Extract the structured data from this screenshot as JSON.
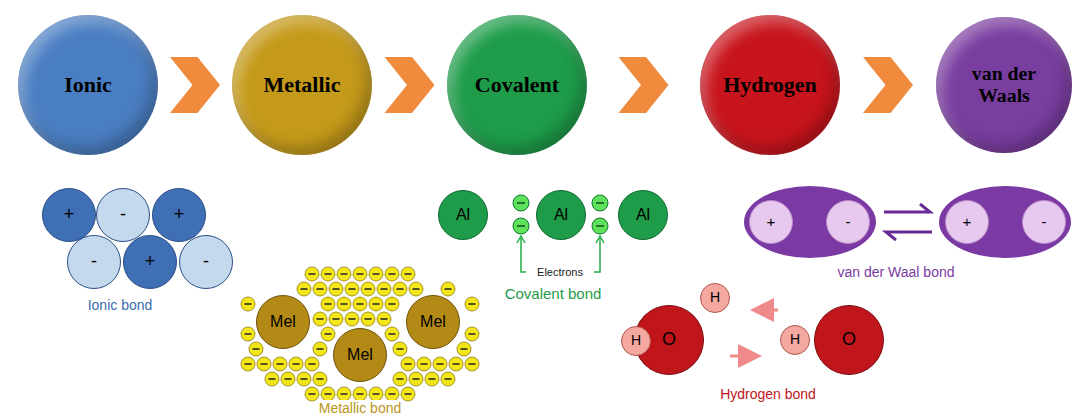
{
  "diagram": {
    "nodes": [
      {
        "text": [
          "Ionic"
        ]
      },
      {
        "text": [
          "Metallic"
        ]
      },
      {
        "text": [
          "Covalent"
        ]
      },
      {
        "text": [
          "Hydrogen"
        ]
      },
      {
        "text": [
          "van der Waals"
        ]
      },
      {
        "text": [
          "+"
        ]
      },
      {
        "text": [
          "-"
        ]
      },
      {
        "text": [
          "+"
        ]
      },
      {
        "text": [
          "-"
        ]
      },
      {
        "text": [
          "+"
        ]
      },
      {
        "text": [
          "-"
        ]
      },
      {
        "text": [
          "Mel"
        ]
      },
      {
        "text": [
          "Mel"
        ]
      },
      {
        "text": [
          "Mel"
        ]
      },
      {
        "text": [
          "Al"
        ]
      },
      {
        "text": [
          "Al"
        ]
      },
      {
        "text": [
          "Al"
        ]
      },
      {
        "text": [
          "+"
        ]
      },
      {
        "text": [
          "-"
        ]
      },
      {
        "text": [
          "+"
        ]
      },
      {
        "text": [
          "-"
        ]
      },
      {
        "text": [
          "H"
        ]
      },
      {
        "text": [
          "H"
        ]
      },
      {
        "text": [
          "O"
        ]
      },
      {
        "text": [
          "H"
        ]
      },
      {
        "text": [
          "O"
        ]
      }
    ],
    "edges": [
      {
        "from": 0,
        "to": 1,
        "arrow": "to"
      },
      {
        "from": 1,
        "to": 2,
        "arrow": "to"
      },
      {
        "from": 2,
        "to": 3,
        "arrow": "to"
      },
      {
        "from": 3,
        "to": 4,
        "arrow": "to"
      }
    ],
    "labels": [
      "Ionic bond",
      "Metallic bond",
      "Electrons",
      "Covalent bond",
      "van der Waal bond",
      "Hydrogen bond"
    ]
  }
}
